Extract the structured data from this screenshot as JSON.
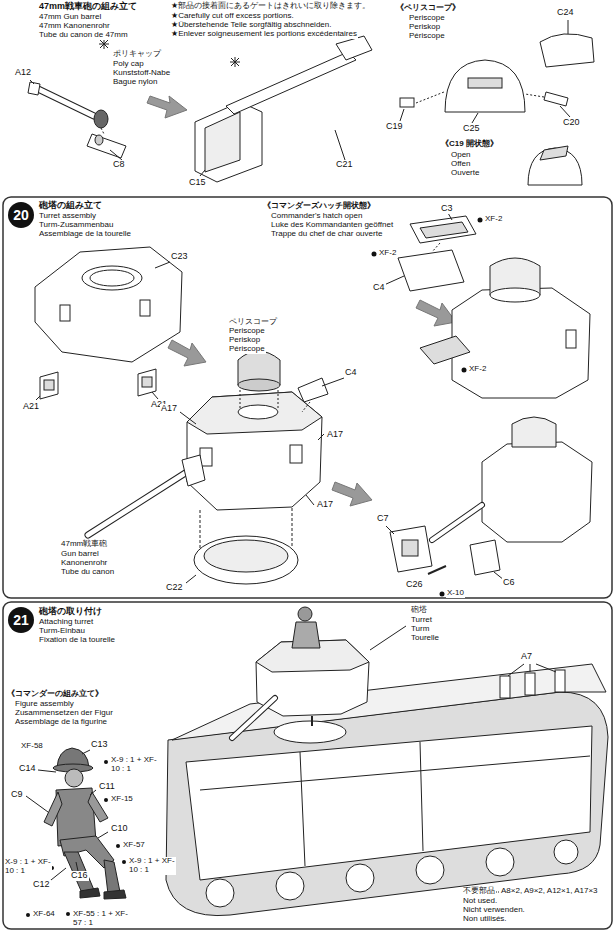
{
  "diagram": {
    "nodes": [
      {
        "text": [
          "20"
        ]
      },
      {
        "text": [
          "21"
        ]
      }
    ],
    "labels": [
      "47mm戦車砲の組み立て",
      "47mm Gun barrel",
      "47mm Kanonenrohr",
      "Tube du canon de 47mm",
      "★部品の接着面にあるゲートはきれいに取り除きます。",
      "★Carefully cut off excess portions.",
      "★Überstehende Teile sorgfältig abschneiden.",
      "★Enlever soigneusement les portions excédentaires",
      "ポリキャップ",
      "Poly cap",
      "Kunststoff-Nabe",
      "Bague nylon",
      "A12",
      "C8",
      "C15",
      "C21",
      "《ペリスコープ》",
      "Periscope",
      "Periskop",
      "Périscope",
      "C24",
      "C19",
      "C25",
      "C20",
      "《C19 開状態》",
      "Open",
      "Offen",
      "Ouverte",
      "砲塔の組み立て",
      "Turret assembly",
      "Turm-Zusammenbau",
      "Assemblage de la tourelle",
      "《コマンダーズハッチ開状態》",
      "Commander's hatch open",
      "Luke des Kommandanten geöffnet",
      "Trappe du chef de char ouverte",
      "C3",
      "XF-2",
      "XF-2",
      "C4",
      "XF-2",
      "C23",
      "A21",
      "A21",
      "ペリスコープ",
      "Periscope",
      "Periskop",
      "Périscope",
      "A17",
      "C4",
      "A17",
      "A17",
      "47mm戦車砲",
      "Gun barrel",
      "Kanonenrohr",
      "Tube du canon",
      "C22",
      "C7",
      "C6",
      "C26",
      "X-10",
      "砲塔の取り付け",
      "Attaching turret",
      "Turm-Einbau",
      "Fixation de la tourelle",
      "砲塔",
      "Turret",
      "Turm",
      "Tourelle",
      "A7",
      "《コマンダーの組み立て》",
      "Figure assembly",
      "Zusammensetzen der Figur",
      "Assemblage de la figurine",
      "XF-58",
      "C13",
      "C14",
      "X-9 : 1 + XF-10 : 1",
      "C11",
      "C9",
      "XF-15",
      "C10",
      "XF-57",
      "X-9 : 1 + XF-10 : 1",
      "X-9 : 1 + XF-10 : 1",
      "C16",
      "C12",
      "XF-55 : 1 + XF-57 : 1",
      "XF-64",
      "不要部品",
      "A8×2, A9×2, A12×1, A17×3",
      "Not used.",
      "Nicht verwenden.",
      "Non utilisés."
    ]
  }
}
